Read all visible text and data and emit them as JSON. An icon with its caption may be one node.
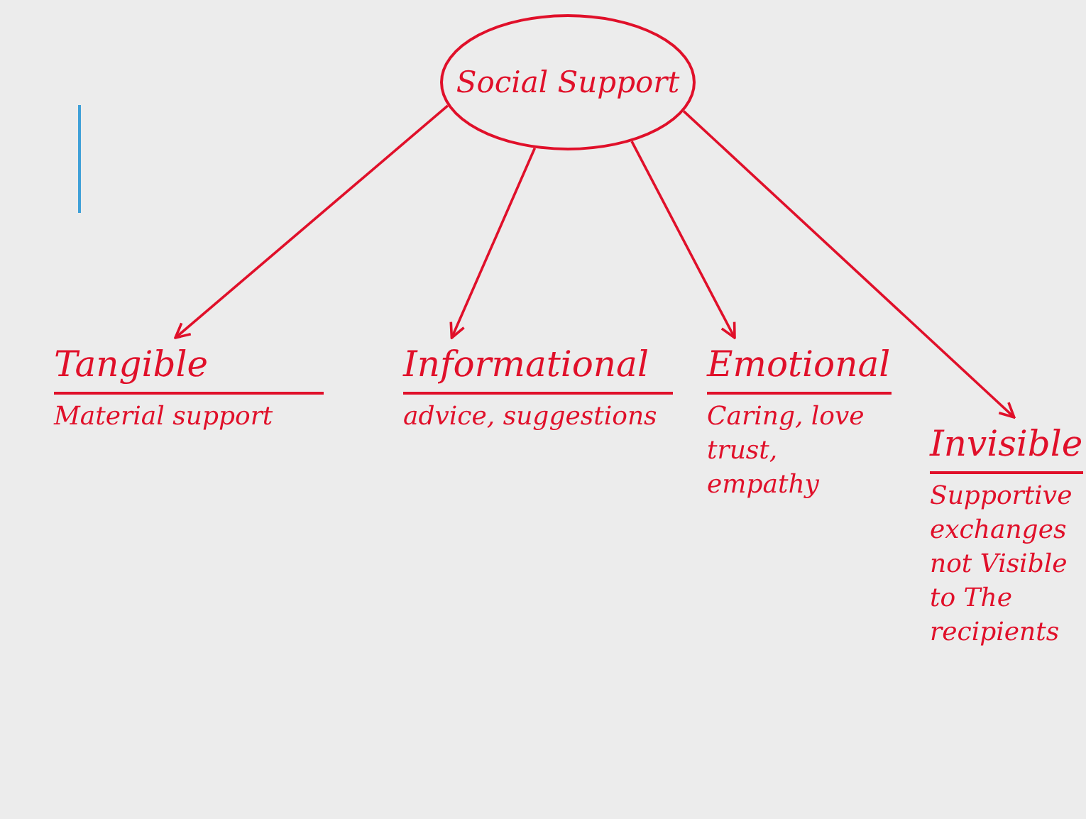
{
  "diagram": {
    "nodes": [
      {
        "text": [
          "Social Support"
        ]
      },
      {
        "text": [
          "Tangible",
          "Material support"
        ]
      },
      {
        "text": [
          "Informational",
          "advice, suggestions"
        ]
      },
      {
        "text": [
          "Emotional",
          "Caring, love trust, empathy"
        ]
      },
      {
        "text": [
          "Invisible",
          "Supportive exchanges not Visible to The recipients"
        ]
      }
    ],
    "edges": [
      {
        "from": 0,
        "to": 1,
        "arrow": "to"
      },
      {
        "from": 0,
        "to": 2,
        "arrow": "to"
      },
      {
        "from": 0,
        "to": 3,
        "arrow": "to"
      },
      {
        "from": 0,
        "to": 4,
        "arrow": "to"
      }
    ]
  }
}
